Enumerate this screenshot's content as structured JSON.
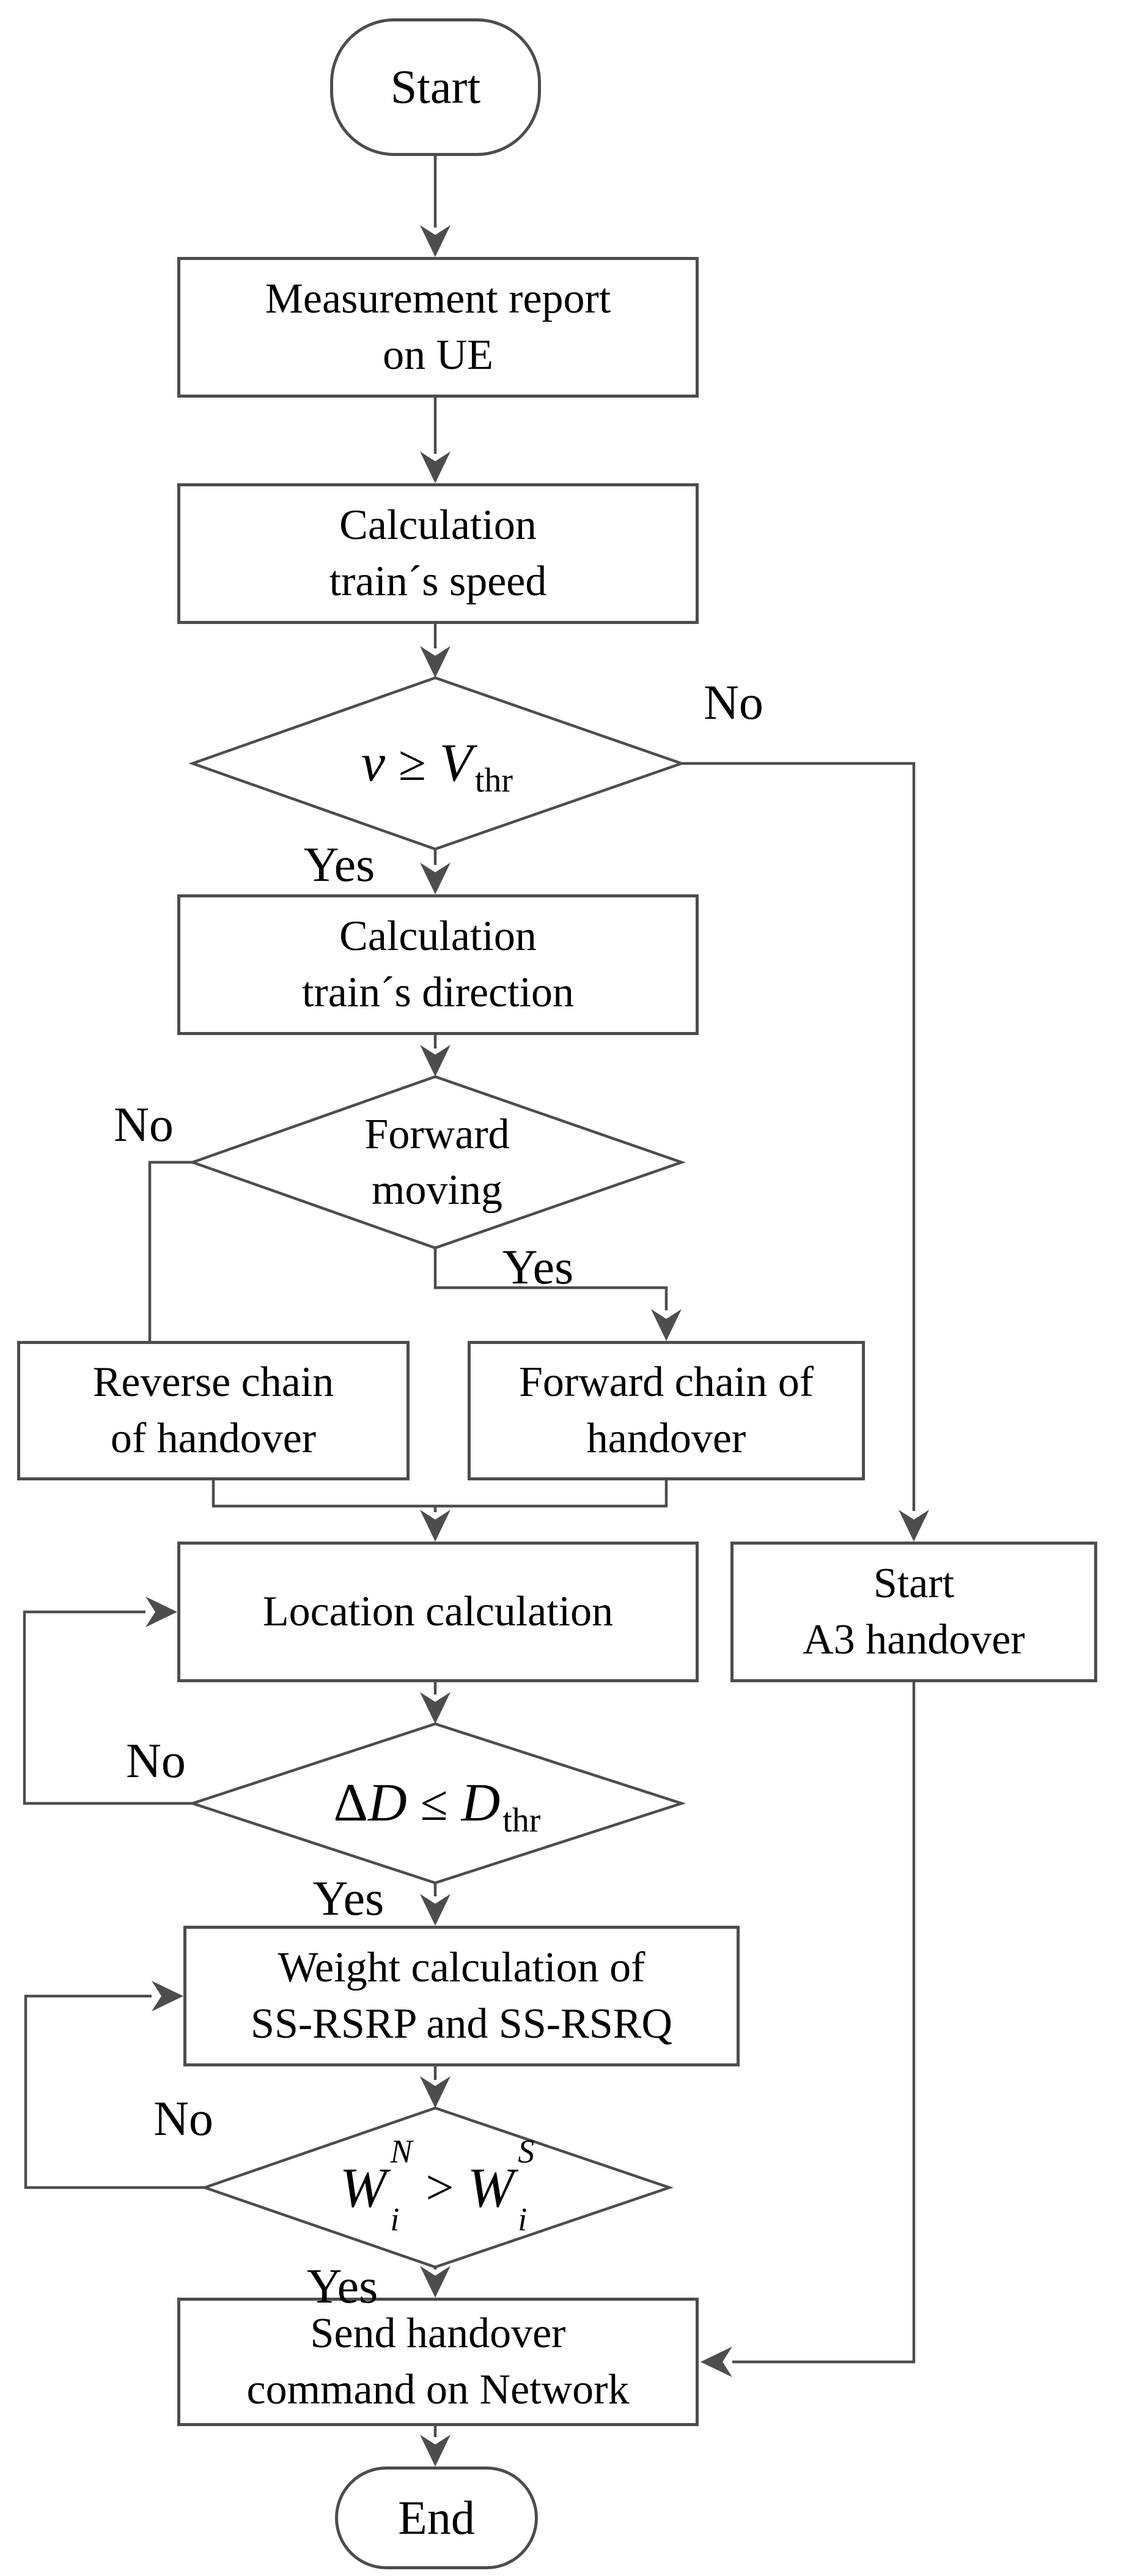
{
  "flowchart": {
    "nodes": {
      "start": {
        "label": "Start"
      },
      "measurement_report": {
        "line1": "Measurement report",
        "line2": "on UE"
      },
      "calc_speed": {
        "line1": "Calculation",
        "line2": "train´s speed"
      },
      "decision_speed": {
        "lhs": "v",
        "op": "≥",
        "rhs": "V",
        "rhs_sub": "thr"
      },
      "calc_direction": {
        "line1": "Calculation",
        "line2": "train´s direction"
      },
      "decision_direction": {
        "line1": "Forward",
        "line2": "moving"
      },
      "reverse_chain": {
        "line1": "Reverse chain",
        "line2": "of handover"
      },
      "forward_chain": {
        "line1": "Forward chain of",
        "line2": "handover"
      },
      "location_calc": {
        "label": "Location calculation"
      },
      "start_a3": {
        "line1": "Start",
        "line2": "A3 handover"
      },
      "decision_distance": {
        "lhs_prefix": "Δ",
        "lhs": "D",
        "op": "≤",
        "rhs": "D",
        "rhs_sub": "thr"
      },
      "weight_calc": {
        "line1": "Weight calculation of",
        "line2": "SS-RSRP and SS-RSRQ"
      },
      "decision_weight": {
        "lhs": "W",
        "lhs_sub": "i",
        "lhs_sup": "N",
        "op": ">",
        "rhs": "W",
        "rhs_sub": "i",
        "rhs_sup": "S"
      },
      "send_handover": {
        "line1": "Send handover",
        "line2": "command on Network"
      },
      "end": {
        "label": "End"
      }
    },
    "branch_labels": {
      "speed_no": "No",
      "speed_yes": "Yes",
      "direction_no": "No",
      "direction_yes": "Yes",
      "distance_no": "No",
      "distance_yes": "Yes",
      "weight_no": "No",
      "weight_yes": "Yes"
    },
    "colors": {
      "stroke": "#4d4d4d",
      "text": "#000000",
      "background": "#ffffff"
    }
  }
}
